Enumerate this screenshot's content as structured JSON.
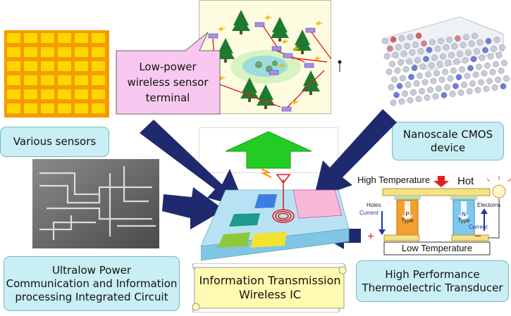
{
  "labels": {
    "various_sensors": "Various sensors",
    "wireless_terminal": "Low-power\nwireless sensor\nterminal",
    "nanoscale_cmos": "Nanoscale CMOS\ndevice",
    "ultralow_power": "Ultralow Power\nCommunication and Information\nprocessing Integrated Circuit",
    "wireless_ic": "Information Transmission\nWireless IC",
    "thermoelectric": "High Performance\nThermoelectric Transducer"
  },
  "thermo": {
    "high_temp": "High Temperature",
    "hot": "Hot",
    "low_temp": "Low Temperature",
    "holes": "Holes",
    "electrons": "Electorns",
    "current_left": "Current",
    "current_right": "Current",
    "p_type_top": "P",
    "p_type_bottom": "Type",
    "n_type_top": "N",
    "n_type_bottom": "Type",
    "plus": "+",
    "minus": "−"
  },
  "colors": {
    "label_bg": "#c9eef3",
    "navy_arrow": "#1f2a6e",
    "green_arrow": "#22cc22",
    "scroll_fill": "#fffbb0",
    "callout_fill": "#f8c8f0",
    "sensor_orange": "#f59b00",
    "sensor_yellow": "#ffd700"
  }
}
